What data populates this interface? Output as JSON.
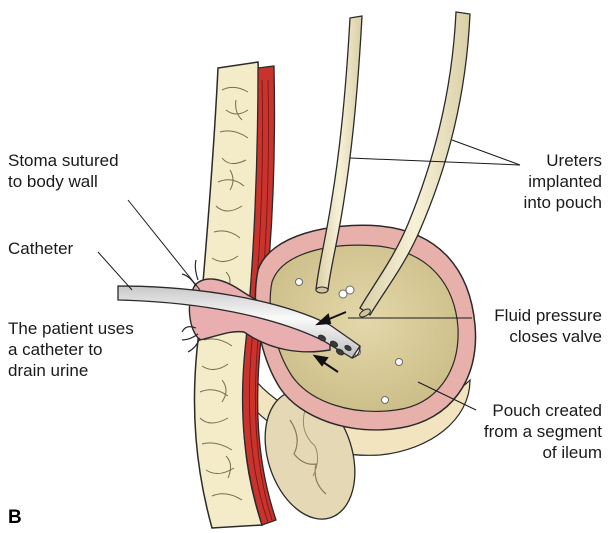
{
  "labels": {
    "stoma": "Stoma sutured\nto body wall",
    "catheter": "Catheter",
    "patient": "The patient uses\na catheter to\ndrain urine",
    "ureters": "Ureters\nimplanted\ninto pouch",
    "fluid": "Fluid pressure\ncloses valve",
    "pouch": "Pouch created\nfrom a segment\nof ileum"
  },
  "panel_letter": "B",
  "colors": {
    "wall_fill": "#f4ebc8",
    "muscle_red": "#c8332e",
    "pouch_rim": "#e7b0aa",
    "pouch_inner": "#d9cc9c",
    "stoma_pink": "#e8aeb0",
    "ureter_fill": "#efe7c6",
    "catheter_fill": "#e6e6e6",
    "outline": "#2a2a2a"
  }
}
